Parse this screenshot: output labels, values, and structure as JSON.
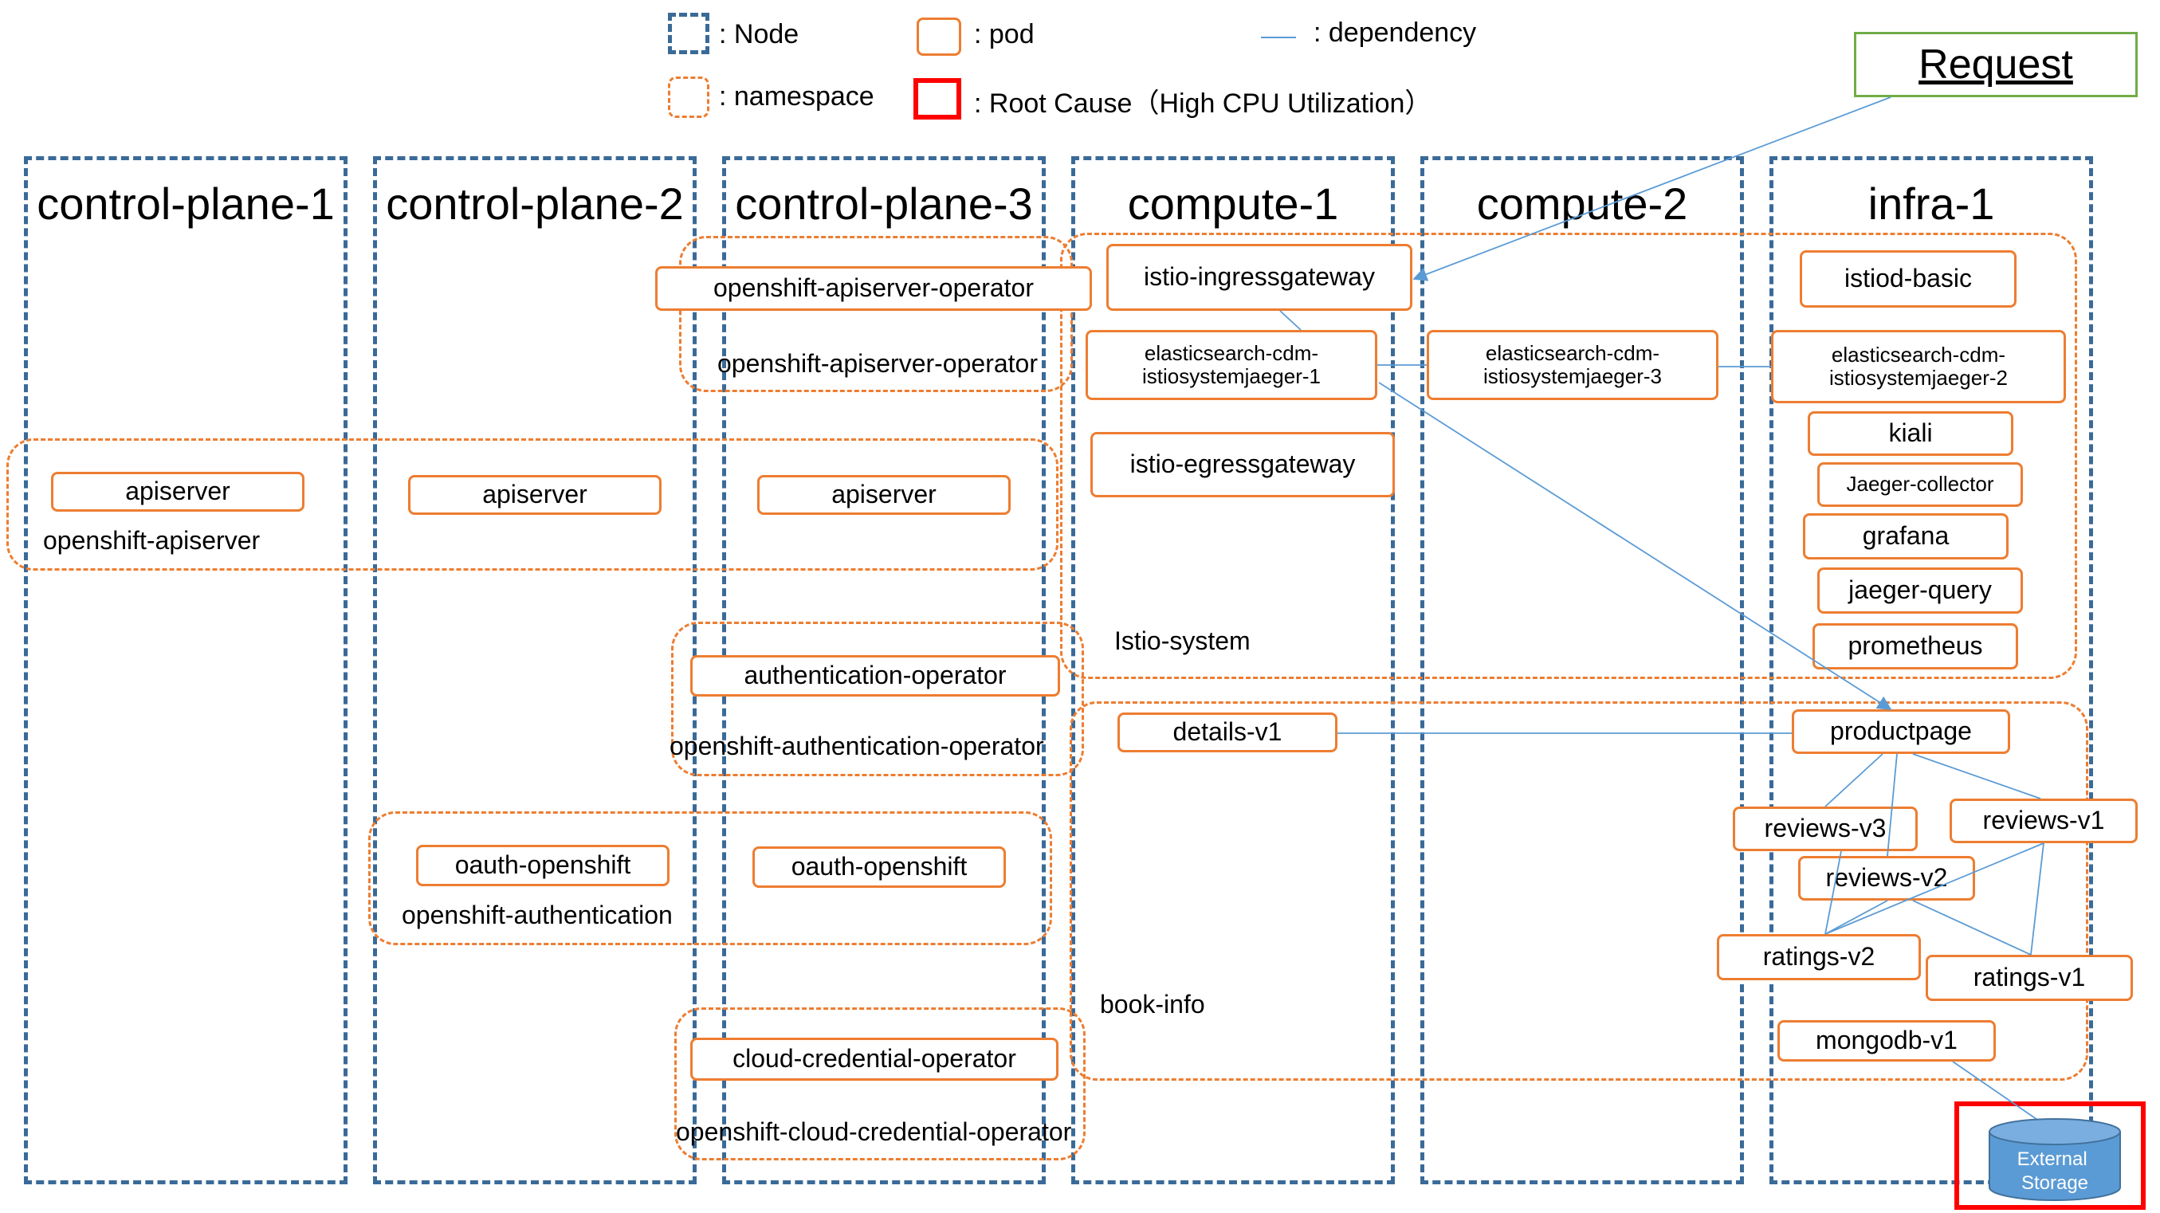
{
  "legend": {
    "node": ": Node",
    "pod": ": pod",
    "dependency": ": dependency",
    "namespace": ": namespace",
    "root_cause": ": Root Cause（High CPU Utilization）"
  },
  "request": "Request",
  "external_storage": "External\nStorage",
  "nodes": {
    "cp1": "control-plane-1",
    "cp2": "control-plane-2",
    "cp3": "control-plane-3",
    "compute1": "compute-1",
    "compute2": "compute-2",
    "infra1": "infra-1"
  },
  "namespaces": {
    "apiserver_operator": "openshift-apiserver-operator",
    "apiserver": "openshift-apiserver",
    "auth_operator": "openshift-authentication-operator",
    "authentication": "openshift-authentication",
    "cloud_credential": "openshift-cloud-credential-operator",
    "istio_system": "Istio-system",
    "book_info": "book-info"
  },
  "pods": {
    "apiserver_operator": "openshift-apiserver-operator",
    "apiserver_1": "apiserver",
    "apiserver_2": "apiserver",
    "apiserver_3": "apiserver",
    "auth_operator": "authentication-operator",
    "oauth_1": "oauth-openshift",
    "oauth_2": "oauth-openshift",
    "cloud_credential": "cloud-credential-operator",
    "ingressgateway": "istio-ingressgateway",
    "es1": "elasticsearch-cdm-\nistiosystemjaeger-1",
    "es3": "elasticsearch-cdm-\nistiosystemjaeger-3",
    "es2": "elasticsearch-cdm-\nistiosystemjaeger-2",
    "egressgateway": "istio-egressgateway",
    "istiod": "istiod-basic",
    "kiali": "kiali",
    "jaeger_collector": "Jaeger-collector",
    "grafana": "grafana",
    "jaeger_query": "jaeger-query",
    "prometheus": "prometheus",
    "details": "details-v1",
    "productpage": "productpage",
    "reviews_v3": "reviews-v3",
    "reviews_v1": "reviews-v1",
    "reviews_v2": "reviews-v2",
    "ratings_v2": "ratings-v2",
    "ratings_v1": "ratings-v1",
    "mongodb": "mongodb-v1"
  },
  "colors": {
    "node_border": "#3a6a98",
    "namespace_border": "#ed7d31",
    "pod_border": "#ed7d31",
    "dependency": "#5b9bd5",
    "root_cause": "#ff0000",
    "request_border": "#70ad47",
    "storage_fill": "#5b9bd5"
  }
}
